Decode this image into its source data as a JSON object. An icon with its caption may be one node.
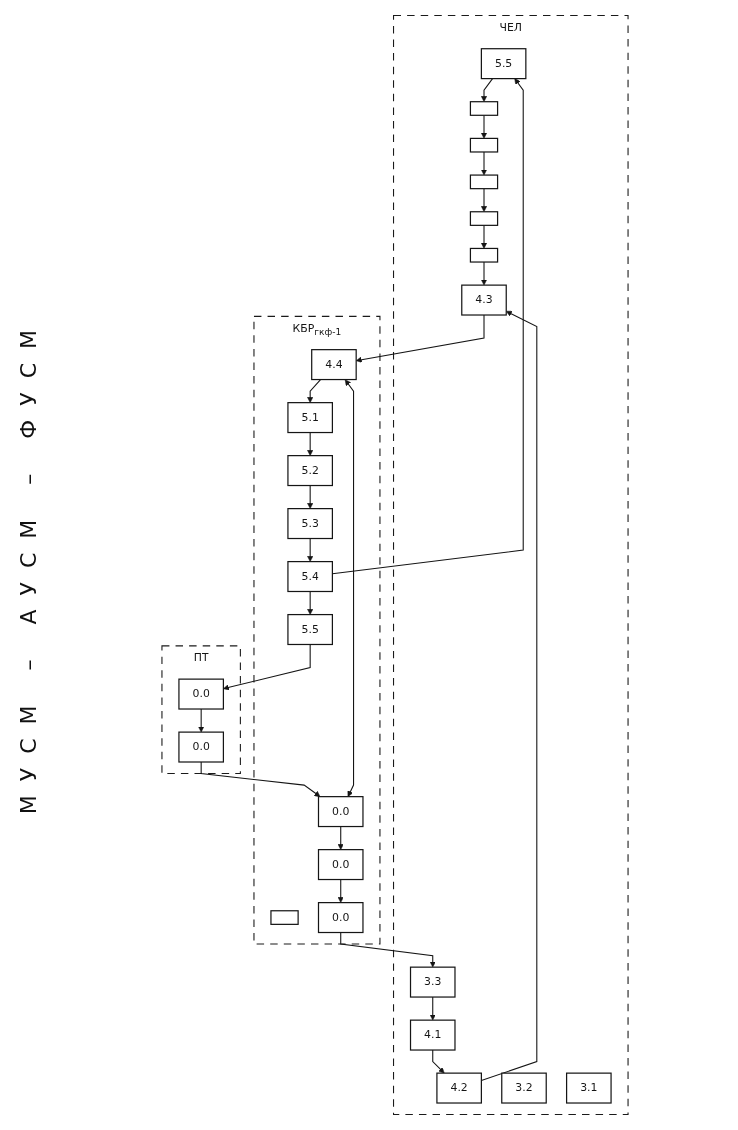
{
  "diagram": {
    "nodes": [
      {
        "text": [
          "ЧЕЛ"
        ]
      },
      {
        "text": [
          "5.5"
        ],
        "in": 0
      },
      {
        "text": [],
        "shape": "box",
        "in": 0
      },
      {
        "text": [],
        "shape": "box",
        "in": 0
      },
      {
        "text": [],
        "shape": "box",
        "in": 0
      },
      {
        "text": [],
        "shape": "box",
        "in": 0
      },
      {
        "text": [],
        "shape": "box",
        "in": 0
      },
      {
        "text": [
          "4.3"
        ],
        "in": 0
      },
      {
        "text": [
          "4.2"
        ],
        "in": 0
      },
      {
        "text": [
          "4.1"
        ],
        "in": 0
      },
      {
        "text": [
          "3.3"
        ],
        "in": 0
      },
      {
        "text": [
          "3.2"
        ],
        "in": 0
      },
      {
        "text": [
          "3.1"
        ],
        "in": 0
      },
      {
        "text": [
          "КБР$_{гкф-1}$"
        ]
      },
      {
        "text": [],
        "shape": "box",
        "in": 13
      },
      {
        "text": [
          "5.4"
        ],
        "in": 13
      },
      {
        "text": [
          "5.3"
        ],
        "in": 13
      },
      {
        "text": [
          "5.2"
        ],
        "in": 13
      },
      {
        "text": [
          "5.1"
        ],
        "in": 13
      },
      {
        "text": [
          "4.4"
        ],
        "in": 13
      },
      {
        "text": [
          "5.5"
        ],
        "in": 13
      },
      {
        "text": [
          "0.0"
        ],
        "in": 13
      },
      {
        "text": [
          "0.0"
        ],
        "in": 13
      },
      {
        "text": [
          "0.0"
        ],
        "in": 13
      },
      {
        "text": [
          "ПТ"
        ]
      },
      {
        "text": [
          "0.0"
        ],
        "in": 24
      },
      {
        "text": [
          "0.0"
        ],
        "in": 24
      }
    ],
    "edges": [
      {
        "from": 15,
        "to": 1,
        "arrow": "to"
      },
      {
        "from": 1,
        "to": 2,
        "arrow": "to"
      },
      {
        "from": 2,
        "to": 3,
        "arrow": "to"
      },
      {
        "from": 3,
        "to": 4,
        "arrow": "to"
      },
      {
        "from": 4,
        "to": 5,
        "arrow": "to"
      },
      {
        "from": 5,
        "to": 6,
        "arrow": "to"
      },
      {
        "from": 6,
        "to": 7,
        "arrow": "to"
      },
      {
        "from": 8,
        "to": 7,
        "arrow": "to"
      },
      {
        "from": 9,
        "to": 8,
        "arrow": "to"
      },
      {
        "from": 10,
        "to": 9,
        "arrow": "to"
      },
      {
        "from": 7,
        "to": 19,
        "arrow": "to"
      },
      {
        "from": 19,
        "to": 18,
        "arrow": "to"
      },
      {
        "from": 18,
        "to": 17,
        "arrow": "to"
      },
      {
        "from": 17,
        "to": 16,
        "arrow": "to"
      },
      {
        "from": 16,
        "to": 15,
        "arrow": "to"
      },
      {
        "from": 15,
        "to": 20,
        "arrow": "to"
      },
      {
        "from": 20,
        "to": 25,
        "arrow": "to"
      },
      {
        "from": 25,
        "to": 26,
        "arrow": "to"
      },
      {
        "from": 26,
        "to": 21,
        "arrow": "to"
      },
      {
        "from": 19,
        "to": 21,
        "arrow": "both"
      },
      {
        "from": 21,
        "to": 23,
        "arrow": "to"
      },
      {
        "from": 23,
        "to": 22,
        "arrow": "to"
      },
      {
        "from": 22,
        "to": 10,
        "arrow": "to"
      }
    ],
    "labels": [
      "МУСМ – АУСМ – ФУСМ"
    ]
  }
}
